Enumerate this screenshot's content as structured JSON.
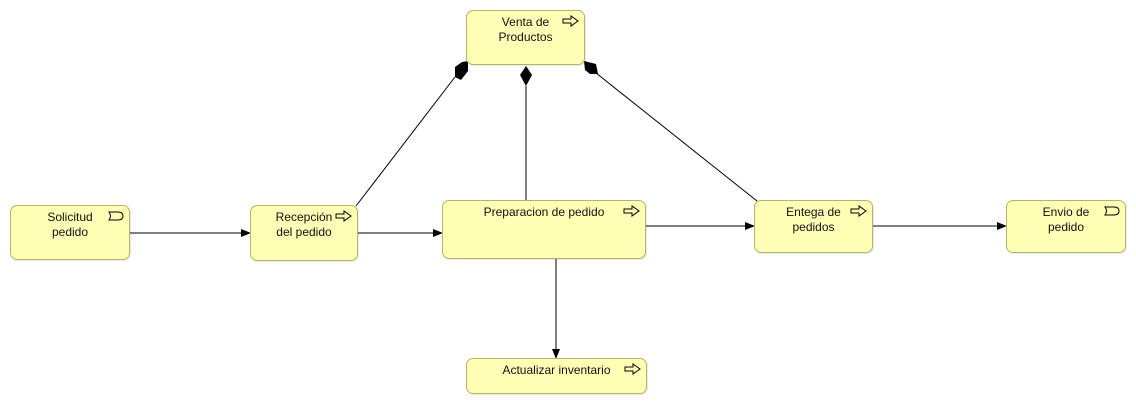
{
  "diagram": {
    "nodes": {
      "venta": {
        "label": "Venta de\nProductos",
        "icon": "process-arrow-icon"
      },
      "solicitud": {
        "label": "Solicitud\npedido",
        "icon": "event-icon"
      },
      "recepcion": {
        "label": "Recepción\ndel pedido",
        "icon": "process-arrow-icon"
      },
      "preparacion": {
        "label": "Preparacion de pedido",
        "icon": "process-arrow-icon"
      },
      "entrega": {
        "label": "Entega de\npedidos",
        "icon": "process-arrow-icon"
      },
      "envio": {
        "label": "Envio de\npedido",
        "icon": "event-icon"
      },
      "actualizar": {
        "label": "Actualizar inventario",
        "icon": "process-arrow-icon"
      }
    },
    "colors": {
      "node_fill": "#ffffb5",
      "node_border": "#b5b56a",
      "line": "#000000"
    }
  }
}
